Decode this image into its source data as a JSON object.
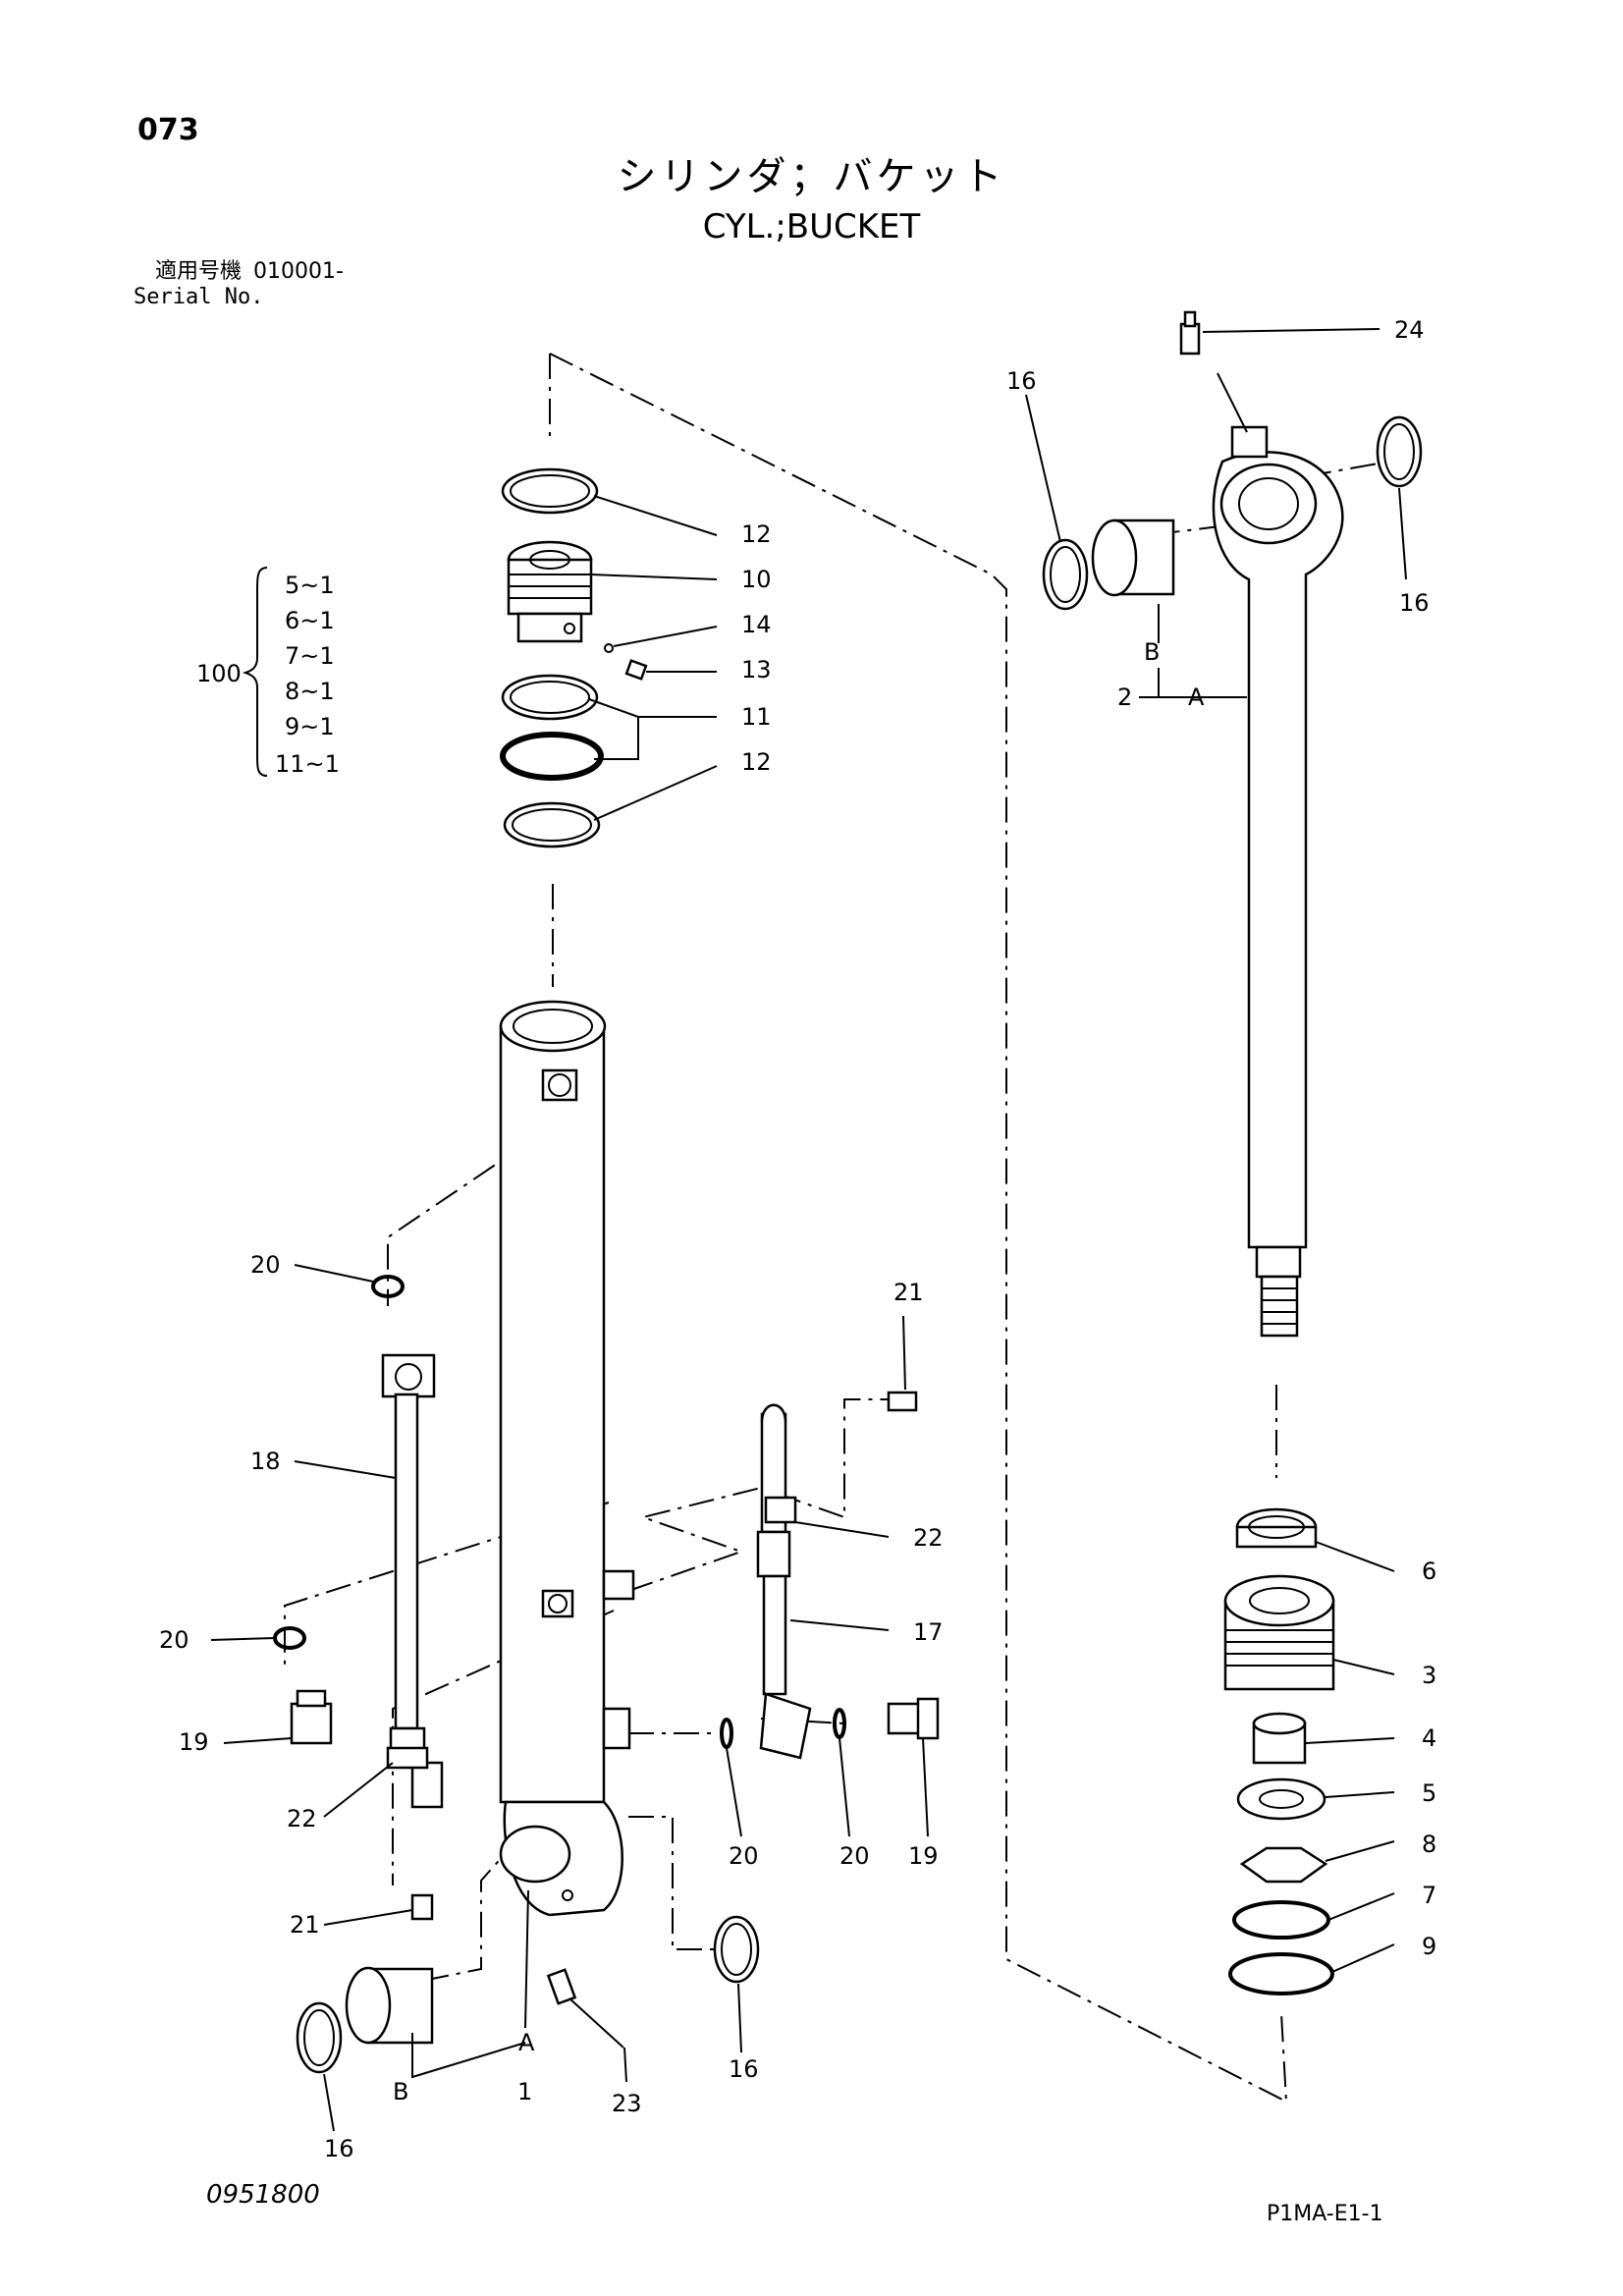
{
  "header": {
    "page_number": "073",
    "title_jp": "シリンダ；バケット",
    "title_en": "CYL.;BUCKET",
    "serial_label_jp": "適用号機",
    "serial_value": "010001-",
    "serial_label_en": "Serial No."
  },
  "kit": {
    "number": "100",
    "contents": [
      "5~1",
      "6~1",
      "7~1",
      "8~1",
      "9~1",
      "11~1"
    ]
  },
  "callouts": {
    "c24": "24",
    "c16_rod_left": "16",
    "c16_rod_right": "16",
    "c12_top": "12",
    "c10": "10",
    "c14": "14",
    "c13": "13",
    "c11": "11",
    "c12_bottom": "12",
    "c2": "2",
    "c2_A": "A",
    "c2_B": "B",
    "c20_upper": "20",
    "c21_top": "21",
    "c18": "18",
    "c22_right": "22",
    "c20_left": "20",
    "c17": "17",
    "c19_left": "19",
    "c22_left": "22",
    "c20_mid_left": "20",
    "c20_mid_right": "20",
    "c19_right": "19",
    "c21_bottom": "21",
    "c16_tube_right": "16",
    "c1_A": "A",
    "c1_B": "B",
    "c1": "1",
    "c23": "23",
    "c16_tube_left": "16",
    "c6": "6",
    "c3": "3",
    "c4": "4",
    "c5": "5",
    "c8": "8",
    "c7": "7",
    "c9": "9"
  },
  "footer": {
    "doc_number": "0951800",
    "page_code": "P1MA-E1-1"
  }
}
